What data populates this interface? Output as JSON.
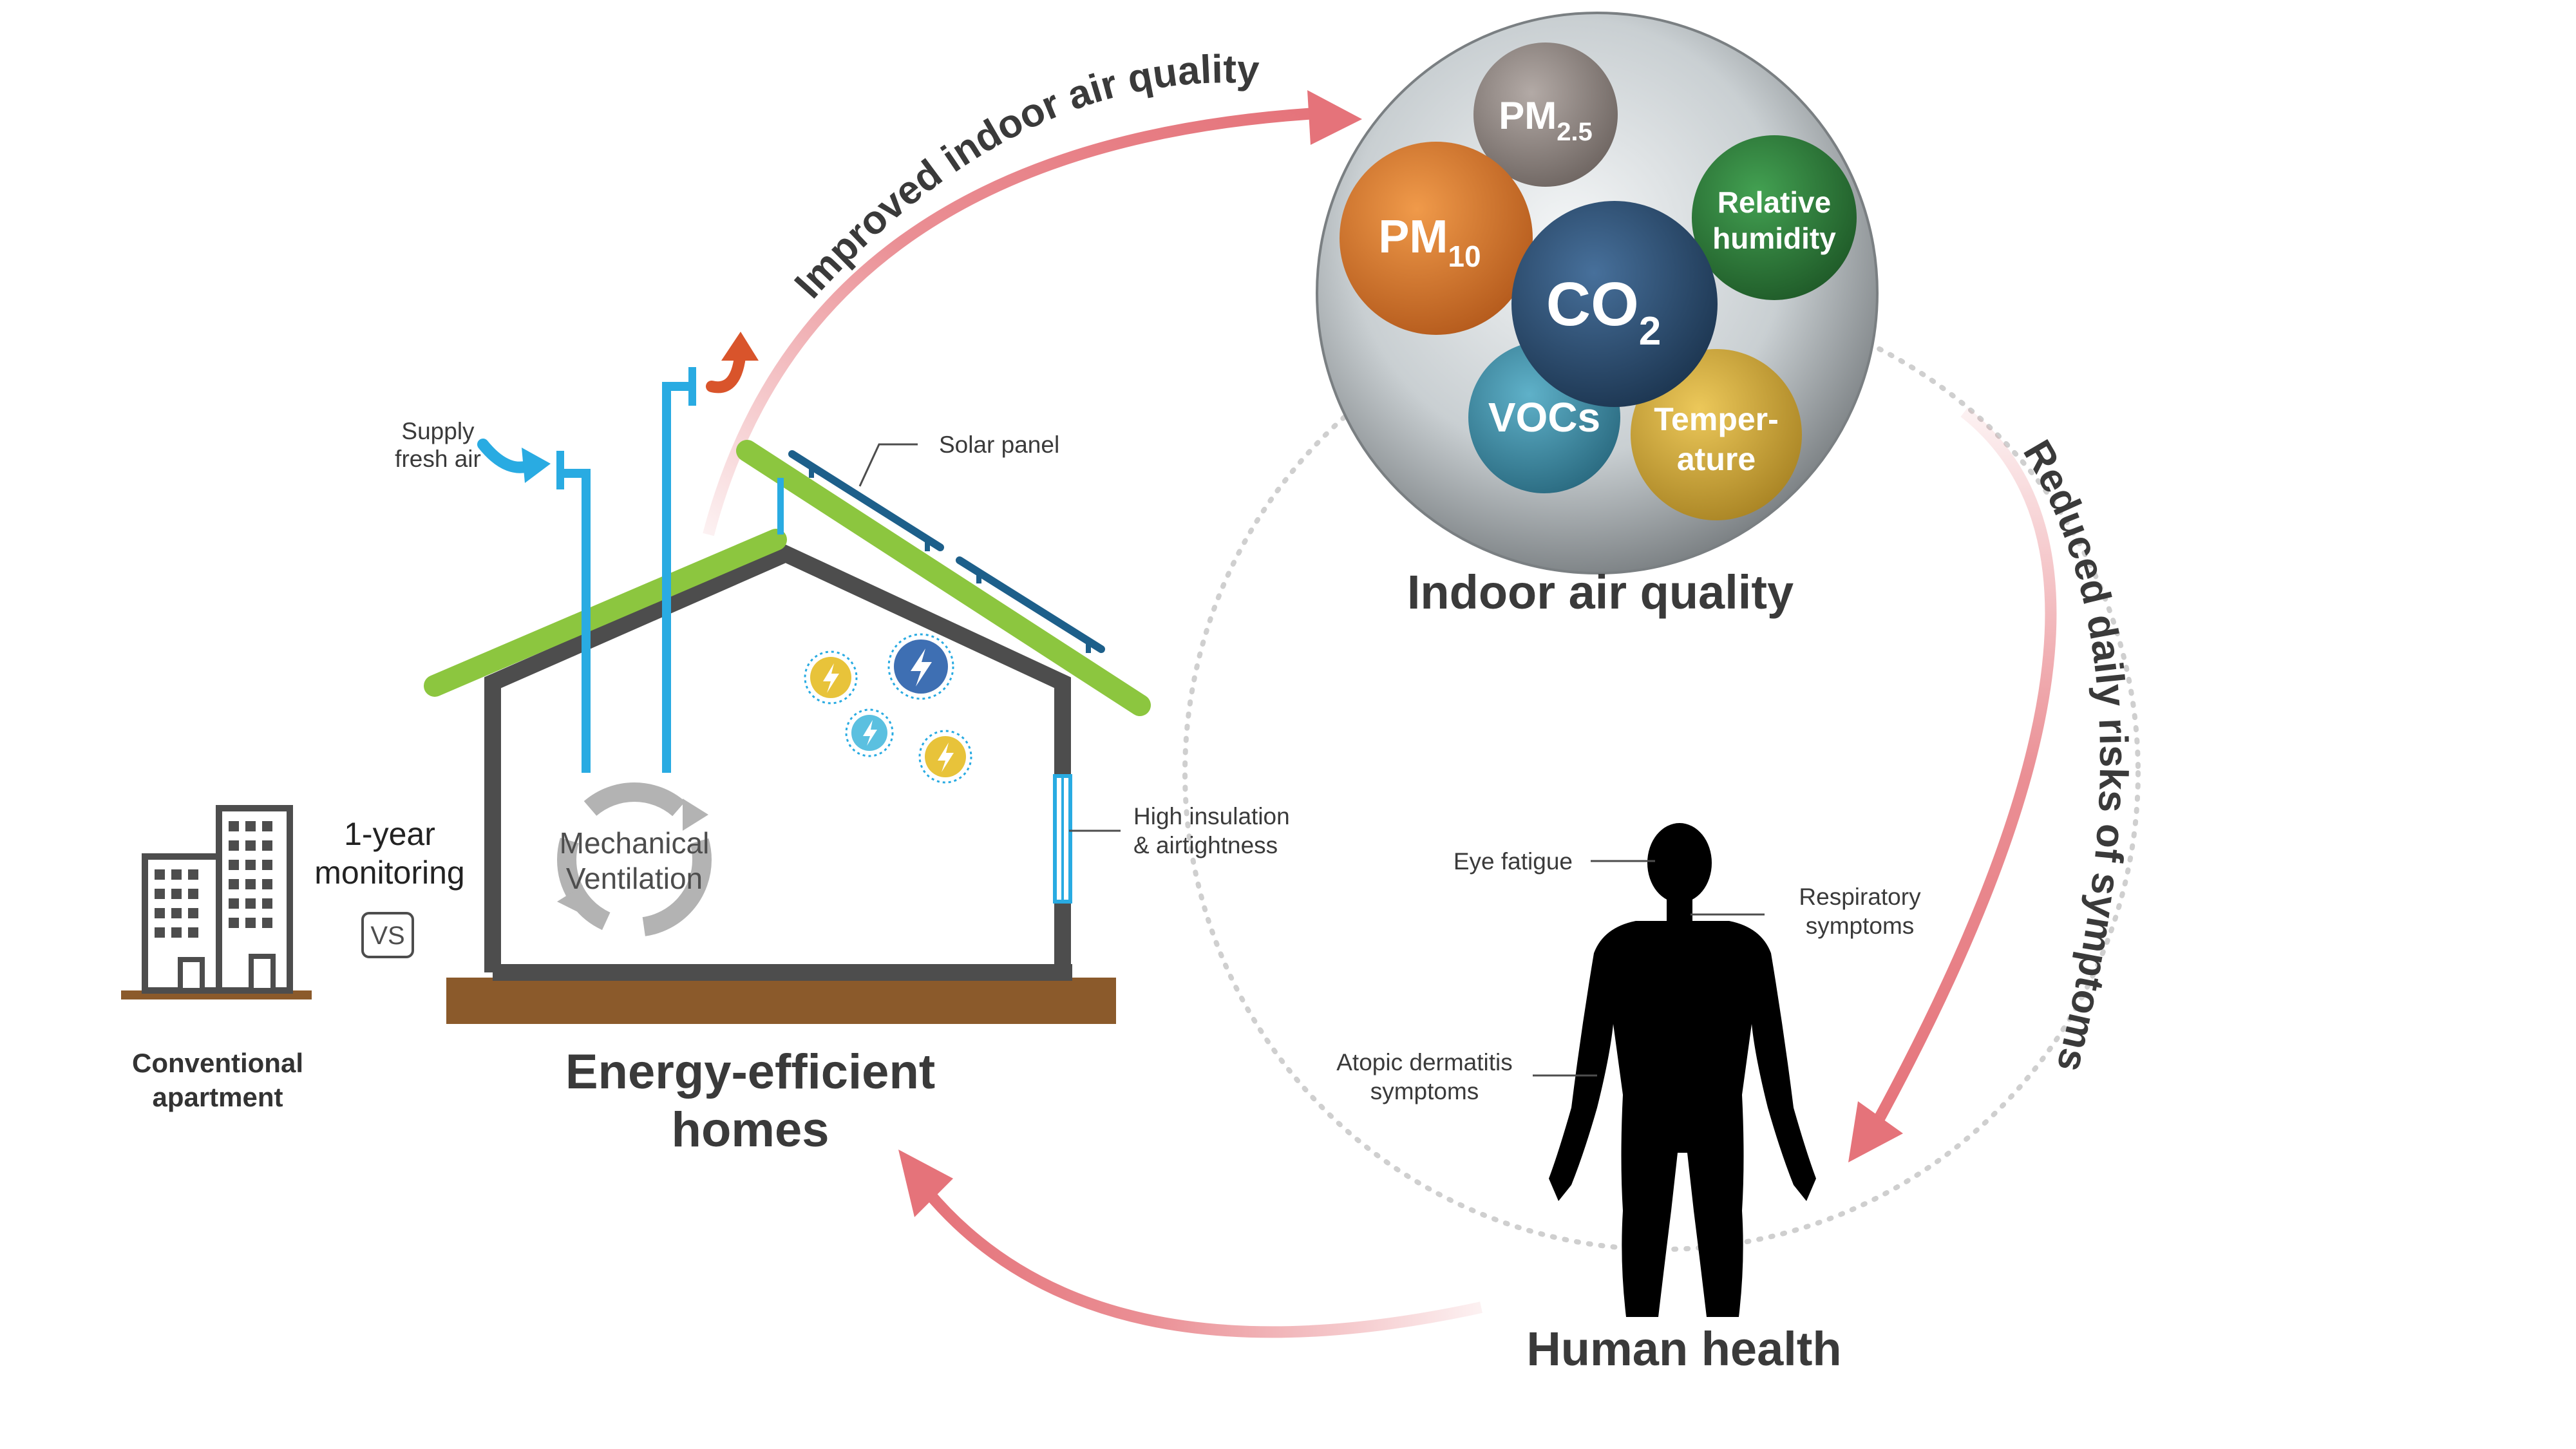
{
  "arrows": {
    "top": "Improved indoor air quality",
    "right": "Reduced daily risks of symptoms"
  },
  "iaq": {
    "title": "Indoor air quality",
    "pm25": {
      "base": "PM",
      "sub": "2.5"
    },
    "pm10": {
      "base": "PM",
      "sub": "10"
    },
    "co2": {
      "base": "CO",
      "sub": "2"
    },
    "humidity": [
      "Relative",
      "humidity"
    ],
    "vocs": "VOCs",
    "temperature": [
      "Temper-",
      "ature"
    ]
  },
  "house": {
    "title": [
      "Energy-efficient",
      "homes"
    ],
    "supply": [
      "Supply",
      "fresh air"
    ],
    "solar": "Solar panel",
    "insulation": [
      "High insulation",
      "& airtightness"
    ],
    "ventilation": [
      "Mechanical",
      "Ventilation"
    ]
  },
  "comparison": {
    "monitoring": [
      "1-year",
      "monitoring"
    ],
    "vs": "VS",
    "apartment": [
      "Conventional",
      "apartment"
    ]
  },
  "health": {
    "title": "Human health",
    "eye": "Eye fatigue",
    "respiratory": [
      "Respiratory",
      "symptoms"
    ],
    "atopic": [
      "Atopic dermatitis",
      "symptoms"
    ]
  },
  "colors": {
    "arrow": "#e5737a",
    "roof": "#8cc63f",
    "pipe": "#29abe2",
    "wall": "#4d4d4d",
    "ground": "#8b5a2b",
    "pm25": "#8a817c",
    "pm10": "#d9782d",
    "co2": "#2e4f73",
    "humidity": "#2e7d3a",
    "vocs": "#3f8fa8",
    "temperature": "#d1a83a"
  }
}
